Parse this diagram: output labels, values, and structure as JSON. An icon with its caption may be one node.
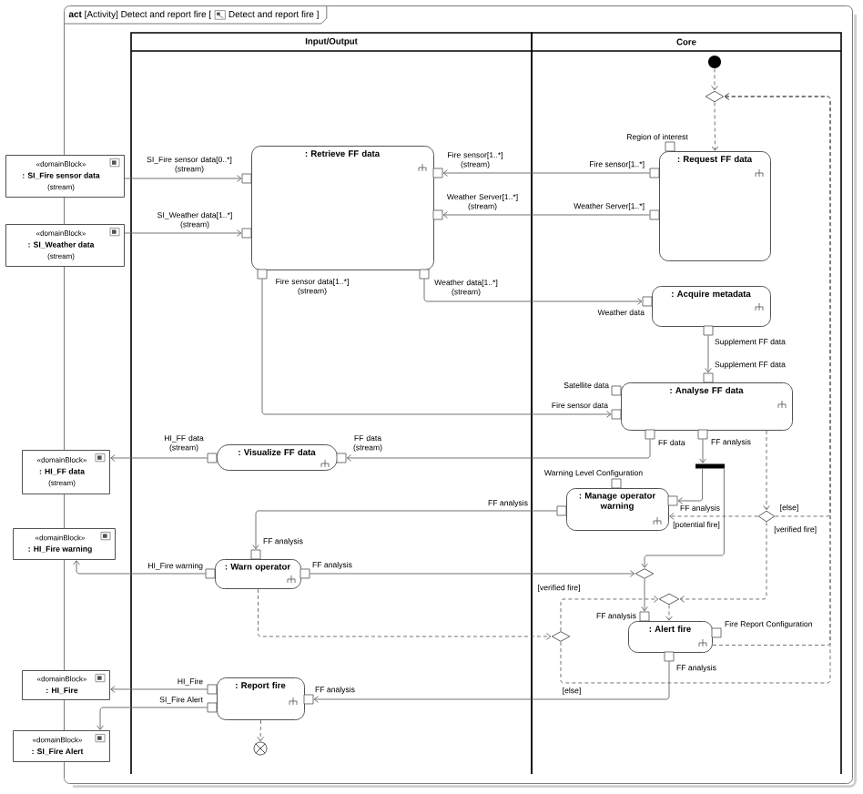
{
  "diagram": {
    "nodes": [
      {
        "text": [
          "**act** [Activity] Detect and report fire [",
          "Detect and report fire ]"
        ]
      },
      {
        "text": [
          "Input/Output"
        ],
        "in": 0
      },
      {
        "text": [
          "Core"
        ],
        "in": 0
      },
      {
        "text": [
          "«domainBlock»",
          ": SI_Fire sensor data",
          "(stream)"
        ]
      },
      {
        "text": [
          "«domainBlock»",
          ": SI_Weather data",
          "(stream)"
        ]
      },
      {
        "text": [],
        "shape": "circle",
        "in": 2
      },
      {
        "text": [],
        "shape": "diamond",
        "in": 2
      },
      {
        "text": [
          ": Retrieve FF data"
        ],
        "in": 1
      },
      {
        "text": [
          ": Request FF data"
        ],
        "in": 2
      },
      {
        "text": [],
        "shape": "box",
        "beside": [
          "Region of interest"
        ],
        "in": 2
      },
      {
        "text": [],
        "shape": "box",
        "beside": [
          "SI_Fire sensor data[0..*] (stream)"
        ],
        "in": 1
      },
      {
        "text": [],
        "shape": "box",
        "beside": [
          "Fire sensor[1..*] (stream)"
        ],
        "in": 1
      },
      {
        "text": [],
        "shape": "box",
        "beside": [
          "Fire sensor[1..*]"
        ],
        "in": 2
      },
      {
        "text": [],
        "shape": "box",
        "beside": [
          "Weather Server[1..*] (stream)"
        ],
        "in": 1
      },
      {
        "text": [],
        "shape": "box",
        "beside": [
          "Weather Server[1..*]"
        ],
        "in": 2
      },
      {
        "text": [],
        "shape": "box",
        "beside": [
          "SI_Weather data[1..*] (stream)"
        ],
        "in": 1
      },
      {
        "text": [],
        "shape": "box",
        "beside": [
          "Fire sensor data[1..*] (stream)"
        ],
        "in": 1
      },
      {
        "text": [],
        "shape": "box",
        "beside": [
          "Weather data[1..*] (stream)"
        ],
        "in": 1
      },
      {
        "text": [
          ": Acquire metadata"
        ],
        "in": 2
      },
      {
        "text": [],
        "shape": "box",
        "beside": [
          "Weather data"
        ],
        "in": 2
      },
      {
        "text": [],
        "shape": "box",
        "beside": [
          "Supplement FF data"
        ],
        "in": 2
      },
      {
        "text": [],
        "shape": "box",
        "beside": [
          "Supplement FF data"
        ],
        "in": 2
      },
      {
        "text": [
          ": Analyse FF data"
        ],
        "in": 2
      },
      {
        "text": [],
        "shape": "box",
        "beside": [
          "Satellite data"
        ],
        "in": 2
      },
      {
        "text": [],
        "shape": "box",
        "beside": [
          "Fire sensor data"
        ],
        "in": 2
      },
      {
        "text": [],
        "shape": "box",
        "beside": [
          "FF data"
        ],
        "in": 2
      },
      {
        "text": [],
        "shape": "box",
        "beside": [
          "FF analysis"
        ],
        "in": 2
      },
      {
        "text": [
          "«domainBlock»",
          ": HI_FF data",
          "(stream)"
        ]
      },
      {
        "text": [],
        "shape": "box",
        "beside": [
          "HI_FF data (stream)"
        ],
        "in": 1
      },
      {
        "text": [
          ": Visualize FF data"
        ],
        "in": 1
      },
      {
        "text": [],
        "shape": "box",
        "beside": [
          "FF data (stream)"
        ],
        "in": 1
      },
      {
        "text": [],
        "shape": "bar",
        "in": 2
      },
      {
        "text": [],
        "shape": "box",
        "beside": [
          "Warning Level Configuration"
        ],
        "in": 2
      },
      {
        "text": [],
        "shape": "box",
        "beside": [
          "FF analysis"
        ],
        "in": 2
      },
      {
        "text": [
          ": Manage operator warning"
        ],
        "in": 2
      },
      {
        "text": [],
        "shape": "box",
        "beside": [
          "FF analysis"
        ],
        "in": 2
      },
      {
        "text": [],
        "shape": "diamond",
        "in": 2
      },
      {
        "text": [
          "«domainBlock»",
          ": HI_Fire warning"
        ]
      },
      {
        "text": [],
        "shape": "box",
        "beside": [
          "FF analysis"
        ],
        "in": 1
      },
      {
        "text": [],
        "shape": "box",
        "beside": [
          "HI_Fire warning"
        ],
        "in": 1
      },
      {
        "text": [
          ": Warn operator"
        ],
        "in": 1
      },
      {
        "text": [],
        "shape": "box",
        "beside": [
          "FF analysis"
        ],
        "in": 1
      },
      {
        "text": [],
        "shape": "diamond",
        "in": 2
      },
      {
        "text": [],
        "shape": "diamond",
        "in": 2
      },
      {
        "text": [],
        "shape": "diamond",
        "in": 2
      },
      {
        "text": [],
        "shape": "box",
        "beside": [
          "FF analysis"
        ],
        "in": 2
      },
      {
        "text": [
          ": Alert fire"
        ],
        "in": 2
      },
      {
        "text": [],
        "shape": "box",
        "beside": [
          "Fire Report Configuration"
        ],
        "in": 2
      },
      {
        "text": [],
        "shape": "box",
        "beside": [
          "FF analysis"
        ],
        "in": 2
      },
      {
        "text": [
          "«domainBlock»",
          ": HI_Fire"
        ]
      },
      {
        "text": [],
        "shape": "box",
        "beside": [
          "HI_Fire"
        ],
        "in": 1
      },
      {
        "text": [],
        "shape": "box",
        "beside": [
          "SI_Fire Alert"
        ],
        "in": 1
      },
      {
        "text": [
          ": Report fire"
        ],
        "in": 1
      },
      {
        "text": [],
        "shape": "box",
        "beside": [
          "FF analysis"
        ],
        "in": 1
      },
      {
        "text": [
          "«domainBlock»",
          ": SI_Fire Alert"
        ]
      },
      {
        "text": [],
        "shape": "circle",
        "in": 1
      }
    ],
    "edges": [
      {
        "from": 5,
        "to": 6,
        "arrow": "to",
        "style": "dashed"
      },
      {
        "from": 6,
        "to": 8,
        "arrow": "to",
        "style": "dashed"
      },
      {
        "from": 3,
        "to": 10,
        "arrow": "to"
      },
      {
        "from": 4,
        "to": 15,
        "arrow": "to"
      },
      {
        "from": 12,
        "to": 11,
        "arrow": "to"
      },
      {
        "from": 14,
        "to": 13,
        "arrow": "to"
      },
      {
        "from": 17,
        "to": 19,
        "arrow": "to"
      },
      {
        "from": 16,
        "to": 24,
        "arrow": "to"
      },
      {
        "from": 20,
        "to": 21,
        "arrow": "to"
      },
      {
        "from": 25,
        "to": 30,
        "arrow": "to"
      },
      {
        "from": 28,
        "to": 27,
        "arrow": "to"
      },
      {
        "from": 26,
        "to": 31,
        "arrow": "to"
      },
      {
        "from": 22,
        "to": 36,
        "arrow": "to",
        "style": "dashed"
      },
      {
        "from": 31,
        "to": 35,
        "arrow": "to"
      },
      {
        "from": 31,
        "to": 42,
        "arrow": "to"
      },
      {
        "from": 36,
        "to": 34,
        "arrow": "to",
        "style": "dashed",
        "label": "[potential fire]"
      },
      {
        "from": 36,
        "to": 6,
        "arrow": "to",
        "style": "dashed",
        "label": "[else]"
      },
      {
        "from": 36,
        "to": 43,
        "arrow": "to",
        "style": "dashed",
        "label": "[verified fire]"
      },
      {
        "from": 33,
        "to": 38,
        "arrow": "to"
      },
      {
        "from": 39,
        "to": 37,
        "arrow": "to"
      },
      {
        "from": 41,
        "to": 42,
        "arrow": "to"
      },
      {
        "from": 40,
        "to": 44,
        "arrow": "to",
        "style": "dashed"
      },
      {
        "from": 44,
        "to": 43,
        "arrow": "to",
        "style": "dashed",
        "label": "[verified fire]"
      },
      {
        "from": 44,
        "to": 6,
        "arrow": "to",
        "style": "dashed",
        "label": "[else]"
      },
      {
        "from": 42,
        "to": 45,
        "arrow": "to"
      },
      {
        "from": 43,
        "to": 46,
        "arrow": "to",
        "style": "dashed"
      },
      {
        "from": 46,
        "to": 6,
        "arrow": "to",
        "style": "dashed"
      },
      {
        "from": 48,
        "to": 53,
        "arrow": "to"
      },
      {
        "from": 50,
        "to": 49,
        "arrow": "to"
      },
      {
        "from": 51,
        "to": 54,
        "arrow": "to"
      },
      {
        "from": 52,
        "to": 55,
        "arrow": "to",
        "style": "dashed"
      }
    ]
  }
}
